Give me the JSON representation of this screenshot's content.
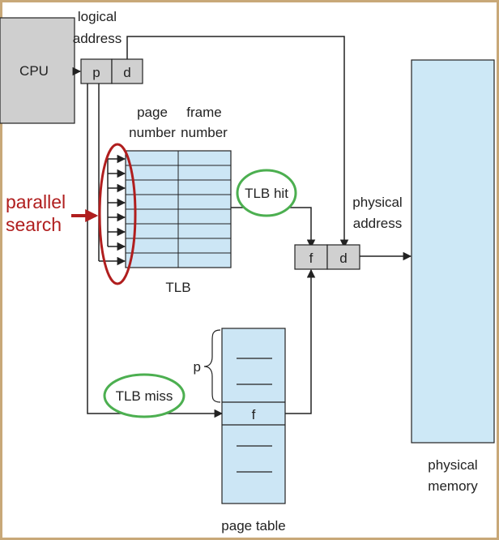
{
  "colors": {
    "frame": "#c8a878",
    "cpu_fill": "#cfcfcf",
    "cell_gray": "#d0d0d0",
    "table_fill": "#cce6f5",
    "memory_fill": "#cde8f6",
    "line": "#222222",
    "red": "#b01e1e",
    "green": "#4caf50"
  },
  "cpu": {
    "label": "CPU"
  },
  "logical_address": {
    "line1": "logical",
    "line2": "address",
    "p": "p",
    "d": "d"
  },
  "tlb": {
    "col1_line1": "page",
    "col1_line2": "number",
    "col2_line1": "frame",
    "col2_line2": "number",
    "label": "TLB"
  },
  "parallel_search": {
    "line1": "parallel",
    "line2": "search"
  },
  "tlb_hit": {
    "label": "TLB hit"
  },
  "tlb_miss": {
    "label": "TLB miss"
  },
  "physical_address": {
    "line1": "physical",
    "line2": "address",
    "f": "f",
    "d": "d"
  },
  "page_table": {
    "p_label": "p",
    "f_label": "f",
    "label": "page table"
  },
  "physical_memory": {
    "line1": "physical",
    "line2": "memory"
  }
}
